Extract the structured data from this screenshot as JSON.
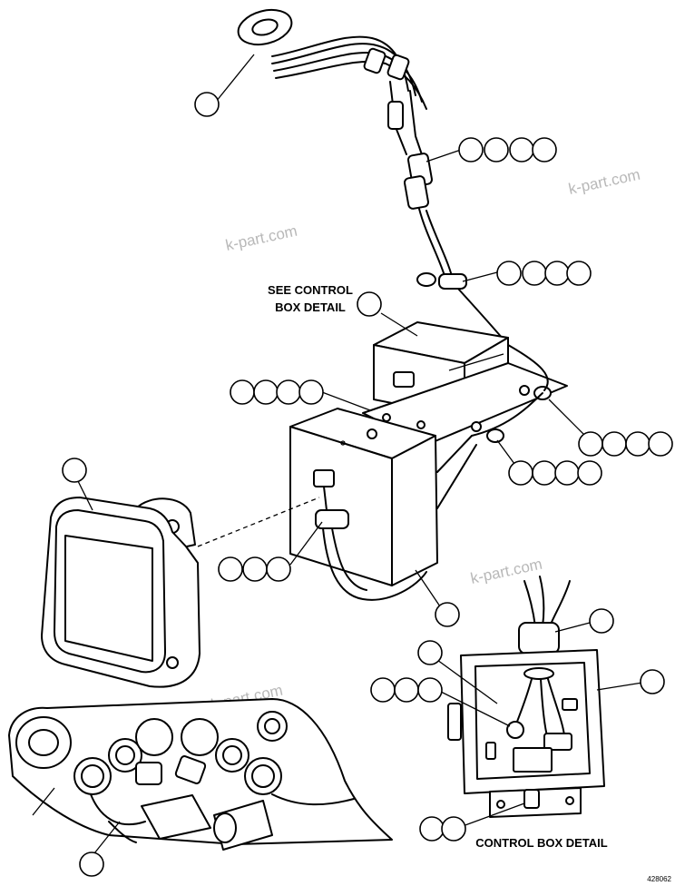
{
  "labels": {
    "see_control_line1": "SEE CONTROL",
    "see_control_line2": "BOX DETAIL",
    "control_box_detail": "CONTROL BOX DETAIL",
    "figure_number": "428062"
  },
  "watermark": "k-part.com",
  "colors": {
    "ink": "#000000",
    "paper": "#ffffff",
    "watermark": "#b8b8b8"
  }
}
